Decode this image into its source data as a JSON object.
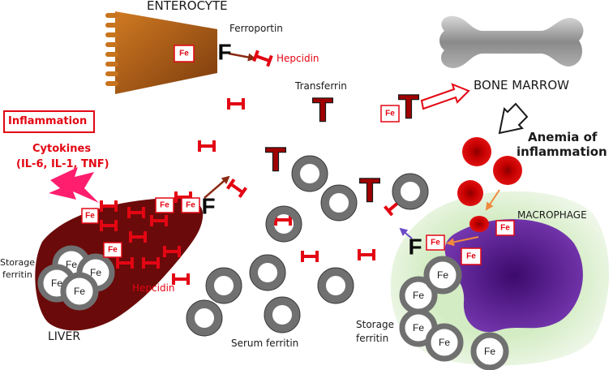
{
  "labels": {
    "enterocyte": "ENTEROCYTE",
    "ferroportin": "Ferroportin",
    "hepcidin_top": "Hepcidin",
    "transferrin": "Transferrin",
    "bone_marrow": "BONE MARROW",
    "anemia_line1": "Anemia of",
    "anemia_line2": "inflammation",
    "inflammation": "Inflammation",
    "cytokines_line1": "Cytokines",
    "cytokines_line2": "(IL-6, IL-1, TNF)",
    "macrophage": "MACROPHAGE",
    "storage_ferritin_left_1": "Storage",
    "storage_ferritin_left_2": "ferritin",
    "hepcidin_liver": "Hepcidin",
    "liver": "LIVER",
    "serum_ferritin": "Serum ferritin",
    "storage_ferritin_right_1": "Storage",
    "storage_ferritin_right_2": "ferritin",
    "fe": "Fe",
    "ferroportin_glyph": "F",
    "transferrin_glyph": "T"
  },
  "colors": {
    "hepcidin_red": "#e30613",
    "liver": "#6b0a0a",
    "enterocyte": "#b8661c",
    "transferrin": "#a00000",
    "ferritin_ring": "#707070",
    "rbc": "#c00000",
    "macrophage_halo": "#dff0d4",
    "macrophage_nucleus": "#5b1a8c",
    "arrow_brown": "#8b2a12",
    "arrow_orange": "#f08a3c",
    "arrow_purple": "#6a4bc4"
  },
  "icons": [
    "lightning-bolt-icon",
    "transferrin-icon",
    "ferroportin-icon",
    "hepcidin-icon",
    "ferritin-icon",
    "red-blood-cell-icon",
    "bone-icon"
  ]
}
